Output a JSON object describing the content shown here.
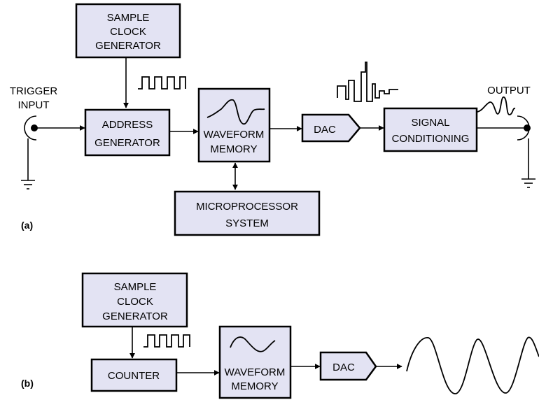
{
  "panel_a": {
    "tag": "(a)",
    "sample_clock": [
      "SAMPLE",
      "CLOCK",
      "GENERATOR"
    ],
    "address_generator": [
      "ADDRESS",
      "GENERATOR"
    ],
    "waveform_memory": [
      "WAVEFORM",
      "MEMORY"
    ],
    "dac": "DAC",
    "signal_conditioning": [
      "SIGNAL",
      "CONDITIONING"
    ],
    "microprocessor": [
      "MICROPROCESSOR",
      "SYSTEM"
    ],
    "trigger_input": [
      "TRIGGER",
      "INPUT"
    ],
    "output": "OUTPUT"
  },
  "panel_b": {
    "tag": "(b)",
    "sample_clock": [
      "SAMPLE",
      "CLOCK",
      "GENERATOR"
    ],
    "counter": "COUNTER",
    "waveform_memory": [
      "WAVEFORM",
      "MEMORY"
    ],
    "dac": "DAC"
  }
}
